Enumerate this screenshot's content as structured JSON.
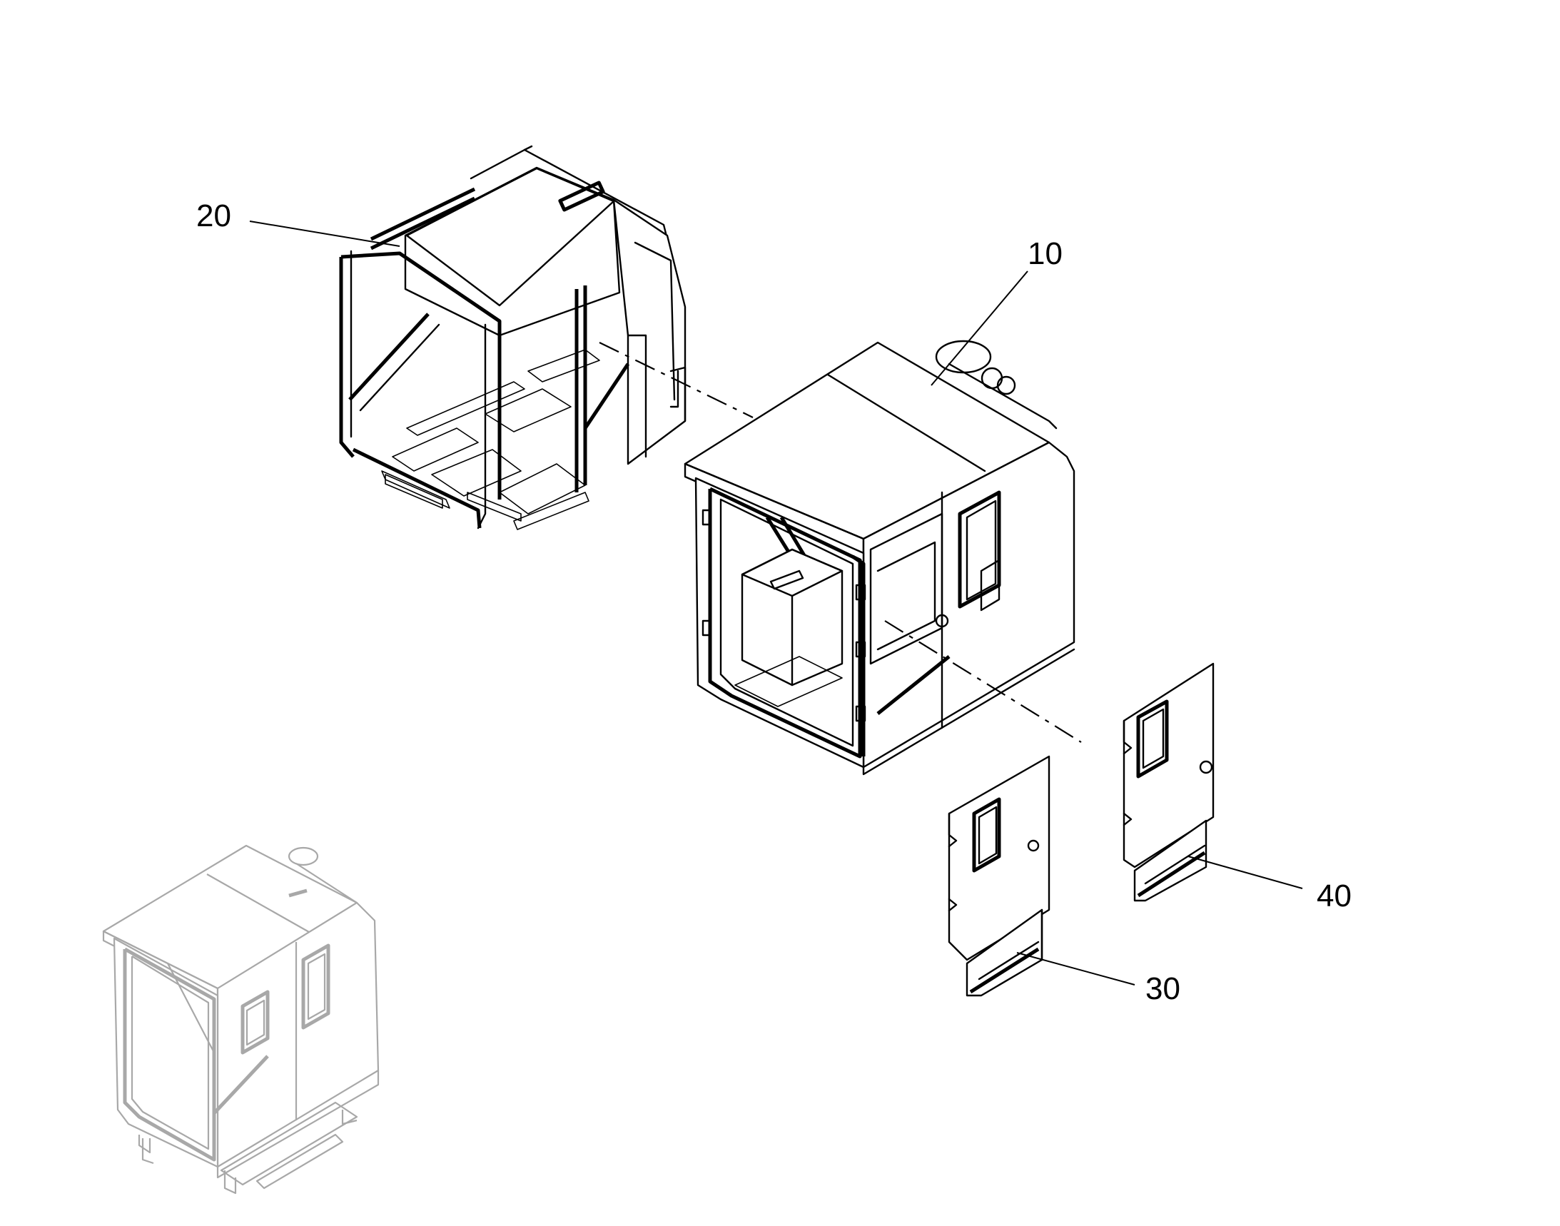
{
  "diagram": {
    "callouts": [
      {
        "id": "callout-10",
        "label": "10"
      },
      {
        "id": "callout-20",
        "label": "20"
      },
      {
        "id": "callout-30",
        "label": "30"
      },
      {
        "id": "callout-40",
        "label": "40"
      }
    ]
  }
}
